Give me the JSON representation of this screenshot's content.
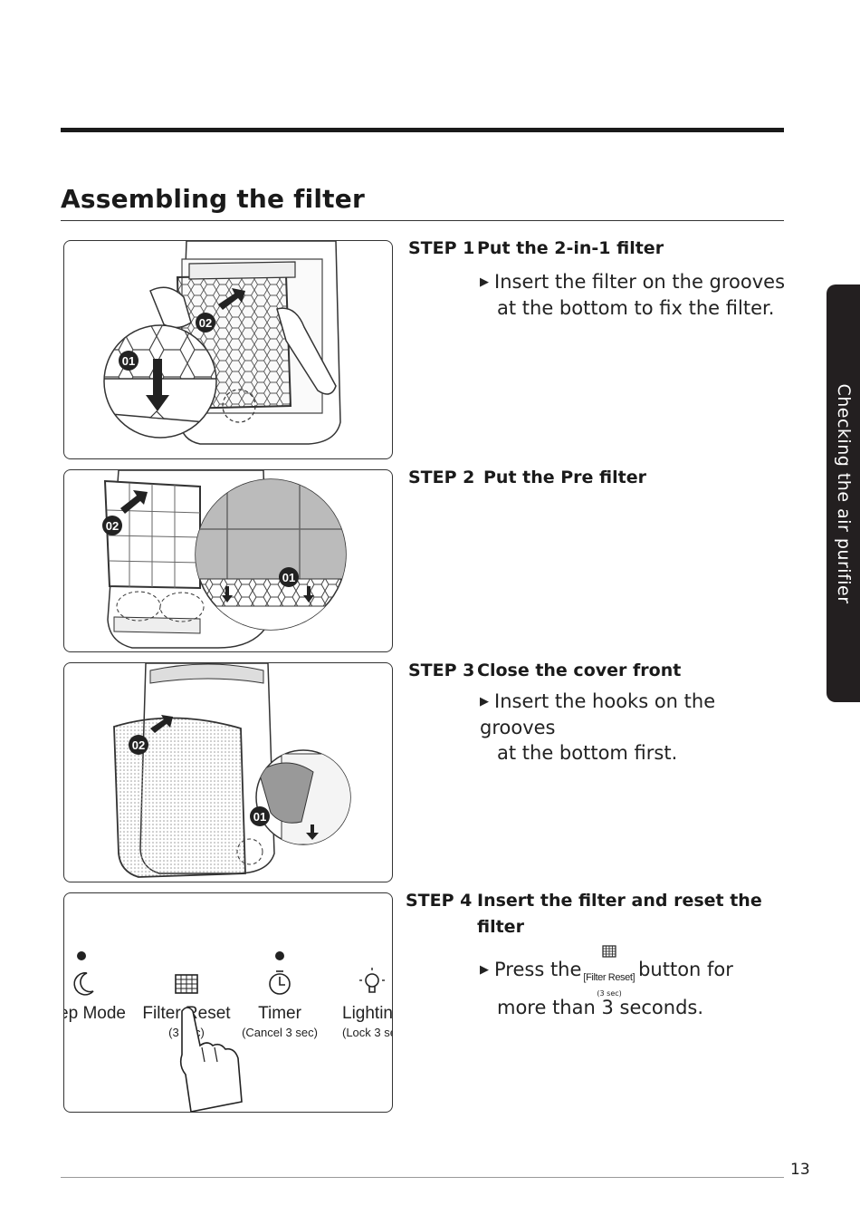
{
  "page": {
    "title": "Assembling the filter",
    "side_tab": "Checking the air purifier",
    "page_number": "13"
  },
  "steps": [
    {
      "num": "STEP 1",
      "title": "Put the 2-in-1 filter",
      "bullet_line1": "Insert the filter on the grooves",
      "bullet_line2": "at the bottom to fix the filter."
    },
    {
      "num": "STEP 2",
      "title": "Put the Pre filter"
    },
    {
      "num": "STEP 3",
      "title": "Close the cover front",
      "bullet_line1": "Insert the hooks on the grooves",
      "bullet_line2": "at the bottom first."
    },
    {
      "num": "STEP 4",
      "title_line1": "Insert the filter and reset the",
      "title_line2": "filter",
      "bullet_pre": "Press the",
      "bullet_post": " button for",
      "bullet_line2": "more than 3 seconds."
    }
  ],
  "inline_button": {
    "bracket_open": "[",
    "label": "Filter Reset",
    "bracket_close": "]",
    "sub": "(3 sec)"
  },
  "illustrations": {
    "callout_01": "01",
    "callout_02": "02",
    "control_panel": {
      "items": [
        {
          "label": "ep Mode",
          "sub": "",
          "icon": "sleep-moon-icon"
        },
        {
          "label": "Filter Reset",
          "sub": "(3 sec)",
          "icon": "filter-grid-icon"
        },
        {
          "label": "Timer",
          "sub": "(Cancel 3 sec)",
          "icon": "timer-icon"
        },
        {
          "label": "Lightin",
          "sub": "(Lock 3 se",
          "icon": "light-bulb-icon"
        }
      ]
    }
  }
}
